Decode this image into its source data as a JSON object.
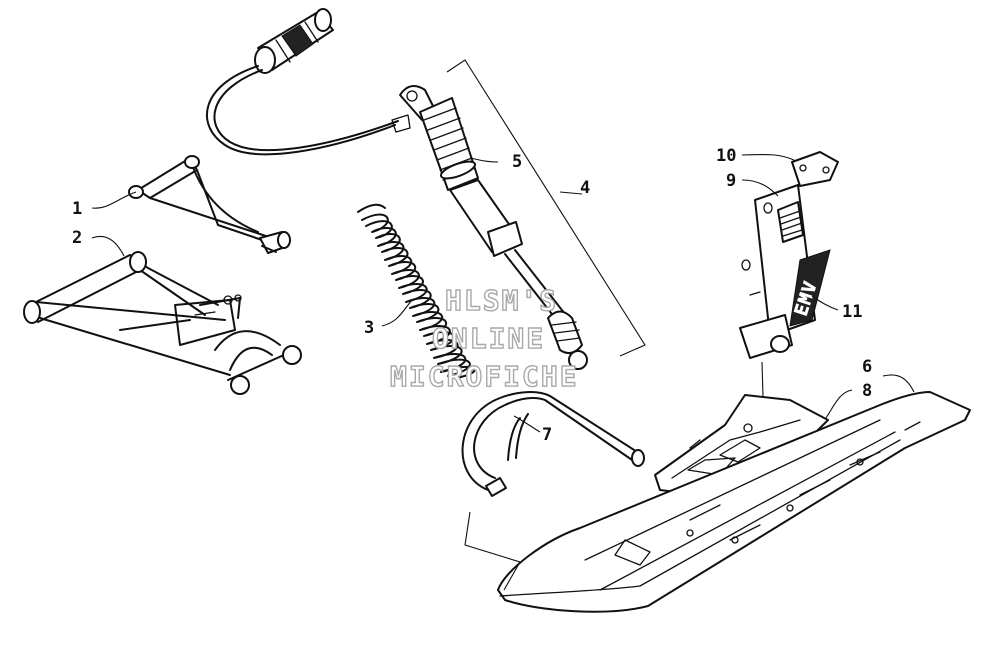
{
  "callouts": {
    "c1": "1",
    "c2": "2",
    "c3": "3",
    "c4": "4",
    "c5": "5",
    "c6": "6",
    "c7": "7",
    "c8": "8",
    "c9": "9",
    "c10": "10",
    "c11": "11"
  },
  "decal_text": "EMV",
  "watermark": {
    "line1": "HLSM'S",
    "line2": "ONLINE",
    "line3": "MICROFICHE"
  }
}
